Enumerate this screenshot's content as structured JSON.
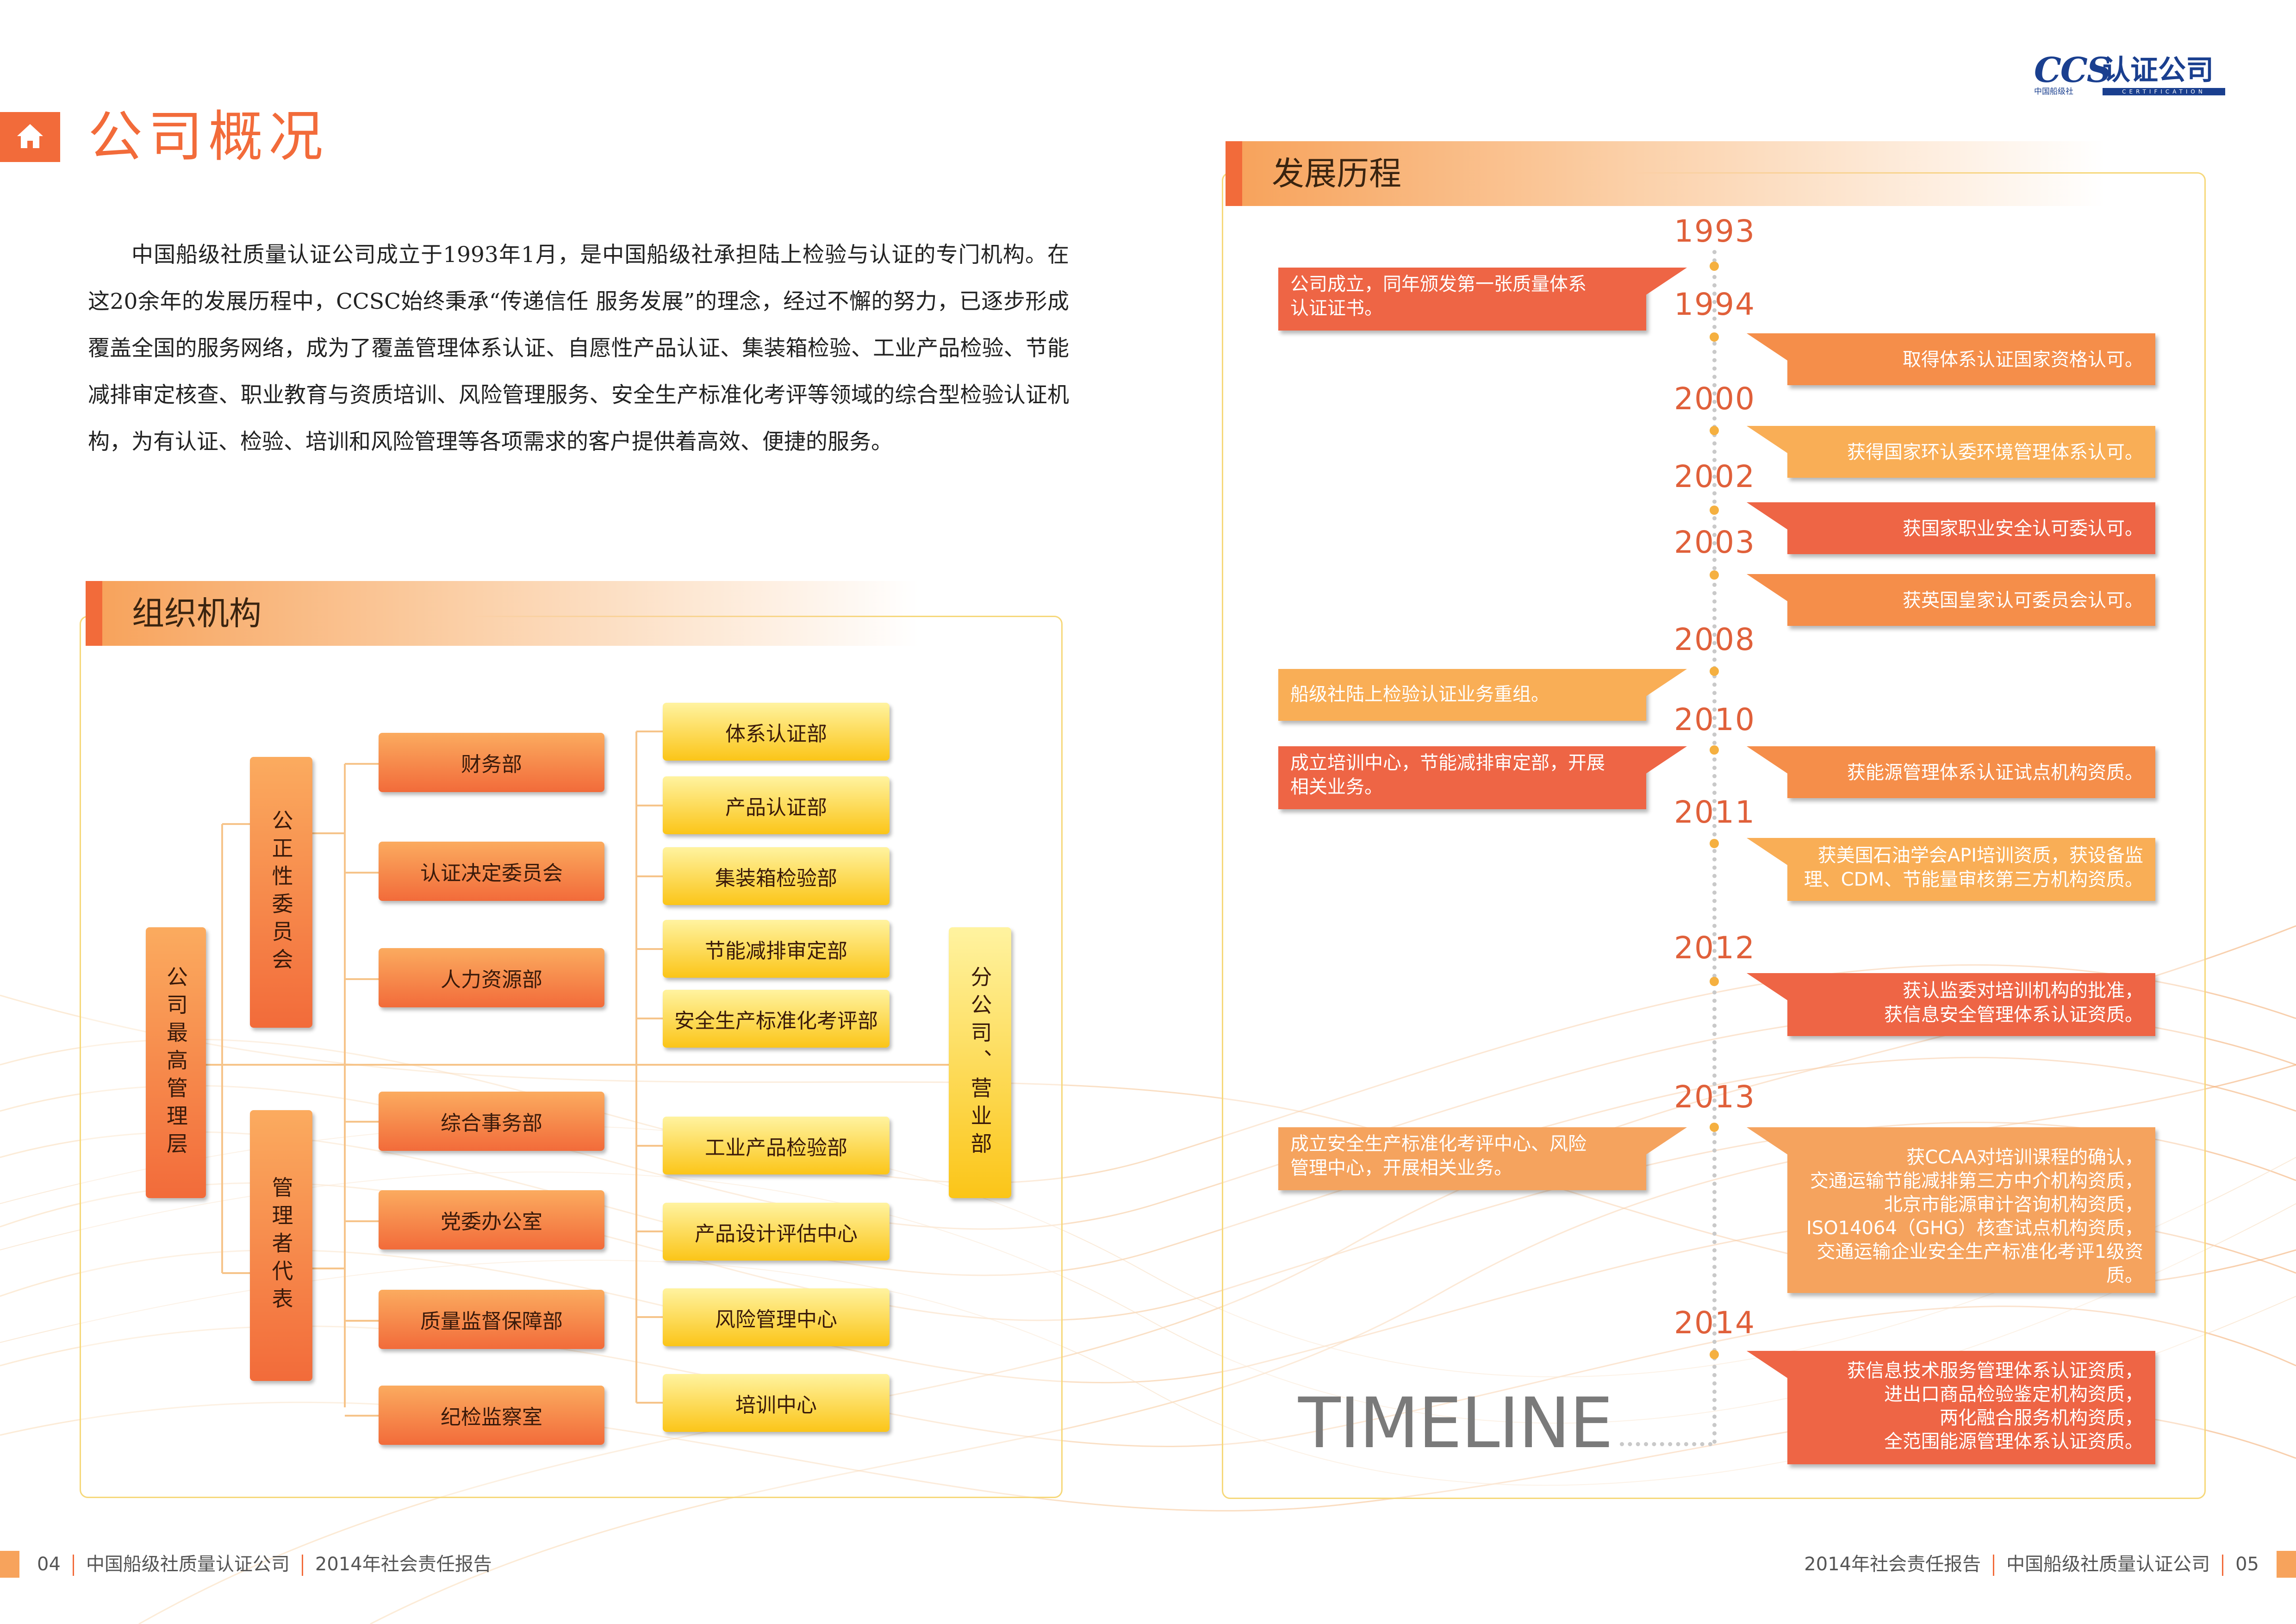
{
  "header": {
    "title": "公司概况",
    "logo": {
      "brand": "CCS",
      "name": "认证公司",
      "sub": "中国船级社",
      "bar": "CERTIFICATION"
    }
  },
  "intro": "中国船级社质量认证公司成立于1993年1月，是中国船级社承担陆上检验与认证的专门机构。在这20余年的发展历程中，CCSC始终秉承“传递信任 服务发展”的理念，经过不懈的努力，已逐步形成覆盖全国的服务网络，成为了覆盖管理体系认证、自愿性产品认证、集装箱检验、工业产品检验、节能减排审定核查、职业教育与资质培训、风险管理服务、安全生产标准化考评等领域的综合型检验认证机构，为有认证、检验、培训和风险管理等各项需求的客户提供着高效、便捷的服务。",
  "org": {
    "heading": "组织机构",
    "top": "公司最高管理层",
    "committee": "公正性委员会",
    "representative": "管理者代表",
    "branch": "分公司、营业部",
    "upper_depts": [
      "财务部",
      "认证决定委员会",
      "人力资源部"
    ],
    "lower_depts": [
      "综合事务部",
      "党委办公室",
      "质量监督保障部",
      "纪检监察室"
    ],
    "biz_upper": [
      "体系认证部",
      "产品认证部",
      "集装箱检验部",
      "节能减排审定部",
      "安全生产标准化考评部"
    ],
    "biz_lower": [
      "工业产品检验部",
      "产品设计评估中心",
      "风险管理中心",
      "培训中心"
    ]
  },
  "timeline": {
    "heading": "发展历程",
    "word": "TIMELINE",
    "years": [
      "1993",
      "1994",
      "2000",
      "2002",
      "2003",
      "2008",
      "2010",
      "2011",
      "2012",
      "2013",
      "2014"
    ],
    "events": [
      {
        "lines": [
          "公司成立，同年颁发第一张质量体系",
          "认证证书。"
        ]
      },
      {
        "lines": [
          "取得体系认证国家资格认可。"
        ]
      },
      {
        "lines": [
          "获得国家环认委环境管理体系认可。"
        ]
      },
      {
        "lines": [
          "获国家职业安全认可委认可。"
        ]
      },
      {
        "lines": [
          "获英国皇家认可委员会认可。"
        ]
      },
      {
        "lines": [
          "船级社陆上检验认证业务重组。"
        ]
      },
      {
        "lines": [
          "成立培训中心，节能减排审定部，开展",
          "相关业务。"
        ]
      },
      {
        "lines": [
          "获能源管理体系认证试点机构资质。"
        ]
      },
      {
        "lines": [
          "获美国石油学会API培训资质，获设备监",
          "理、CDM、节能量审核第三方机构资质。"
        ]
      },
      {
        "lines": [
          "获认监委对培训机构的批准，",
          "获信息安全管理体系认证资质。"
        ]
      },
      {
        "lines": [
          "成立安全生产标准化考评中心、风险",
          "管理中心，开展相关业务。"
        ]
      },
      {
        "lines": [
          "获CCAA对培训课程的确认，",
          "交通运输节能减排第三方中介机构资质，",
          "北京市能源审计咨询机构资质，",
          "ISO14064（GHG）核查试点机构资质，",
          "交通运输企业安全生产标准化考评1级资质。"
        ]
      },
      {
        "lines": [
          "获信息技术服务管理体系认证资质，",
          "进出口商品检验鉴定机构资质，",
          "两化融合服务机构资质，",
          "全范围能源管理体系认证资质。"
        ]
      }
    ]
  },
  "footer": {
    "left_page": "04",
    "left_company": "中国船级社质量认证公司",
    "left_report": "2014年社会责任报告",
    "right_report": "2014年社会责任报告",
    "right_company": "中国船级社质量认证公司",
    "right_page": "05"
  },
  "colors": {
    "accent": "#f26b3a",
    "orange_box": "#f58e4a",
    "yellow_box": "#fbc518",
    "red_bubble": "#ee6545",
    "panel_border": "#f6d87a"
  }
}
